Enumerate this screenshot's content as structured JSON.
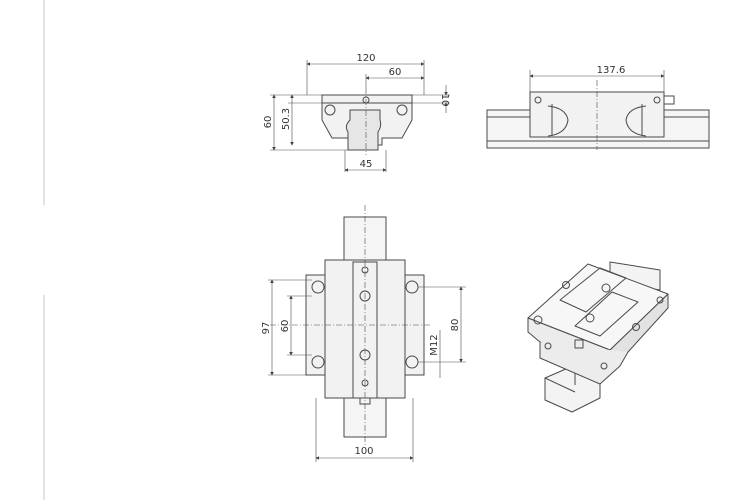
{
  "front_view": {
    "dim_total_width": "120",
    "dim_half_width": "60",
    "dim_height": "60",
    "dim_body_height": "50.3",
    "dim_top_offset": "10",
    "dim_rail_width": "45"
  },
  "side_view": {
    "dim_length": "137.6"
  },
  "top_view": {
    "dim_hole_pitch_long": "97",
    "dim_hole_pitch_short": "60",
    "dim_bolt_spacing": "80",
    "dim_thread": "M12",
    "dim_width": "100"
  },
  "colors": {
    "line": "#4a4a4a",
    "block_fill": "#f2f2f2",
    "body_fill": "#e6e6e6"
  }
}
